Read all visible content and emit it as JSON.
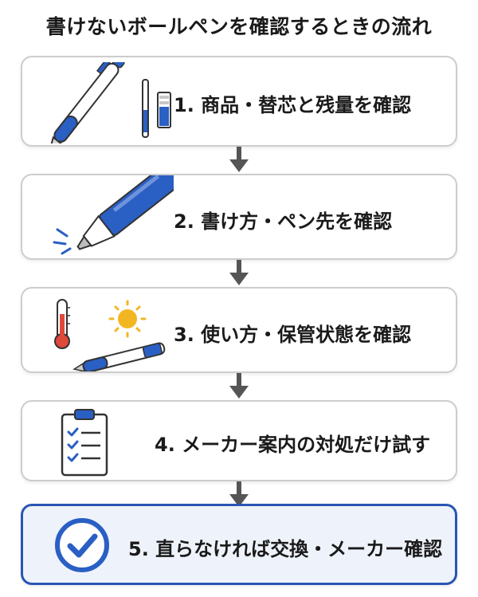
{
  "title": "書けないボールペンを確認するときの流れ",
  "steps": [
    {
      "label": "1. 商品・替芯と残量を確認",
      "icon": "pen-and-refill-icon"
    },
    {
      "label": "2. 書け方・ペン先を確認",
      "icon": "pen-tip-icon"
    },
    {
      "label": "3. 使い方・保管状態を確認",
      "icon": "thermometer-sun-pen-icon"
    },
    {
      "label": "4. メーカー案内の対処だけ試す",
      "icon": "clipboard-checklist-icon"
    },
    {
      "label": "5. 直らなければ交換・メーカー確認",
      "icon": "check-circle-icon"
    }
  ],
  "colors": {
    "accent": "#2a5fc4",
    "highlight_border": "#2a55b3",
    "highlight_bg": "#eef3fb",
    "arrow": "#555555",
    "sun": "#f3b623",
    "thermo_red": "#e0483b"
  }
}
